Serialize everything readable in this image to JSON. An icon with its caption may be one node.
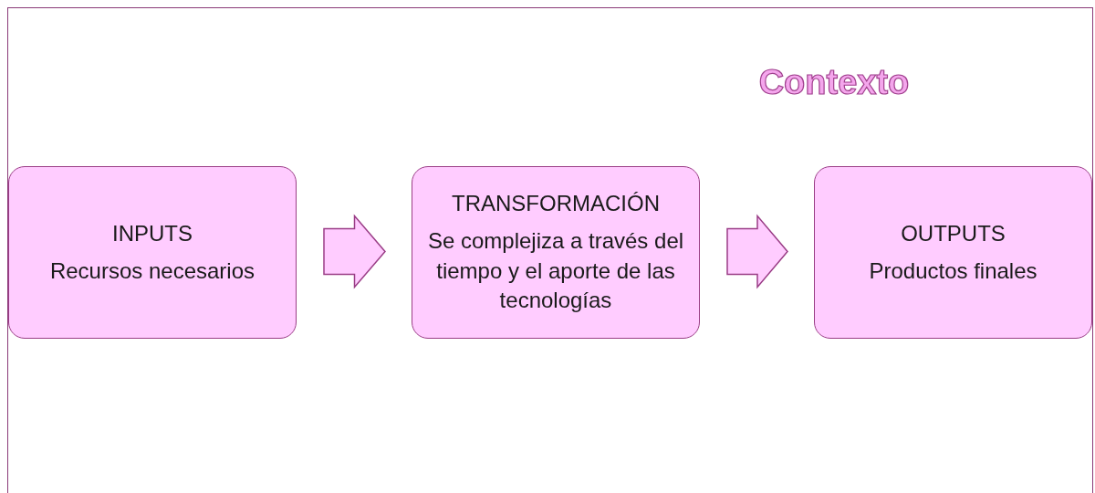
{
  "diagram": {
    "nodes": [
      {
        "text": [
          "Contexto"
        ]
      },
      {
        "text": [
          "INPUTS",
          "Recursos necesarios"
        ],
        "in": 0
      },
      {
        "text": [
          "TRANSFORMACIÓN",
          "Se complejiza a través del tiempo y el aporte de las tecnologías"
        ],
        "in": 0
      },
      {
        "text": [
          "OUTPUTS",
          "Productos finales"
        ],
        "in": 0
      }
    ],
    "edges": [
      {
        "from": 1,
        "to": 2,
        "arrow": "to"
      },
      {
        "from": 2,
        "to": 3,
        "arrow": "to"
      }
    ]
  }
}
